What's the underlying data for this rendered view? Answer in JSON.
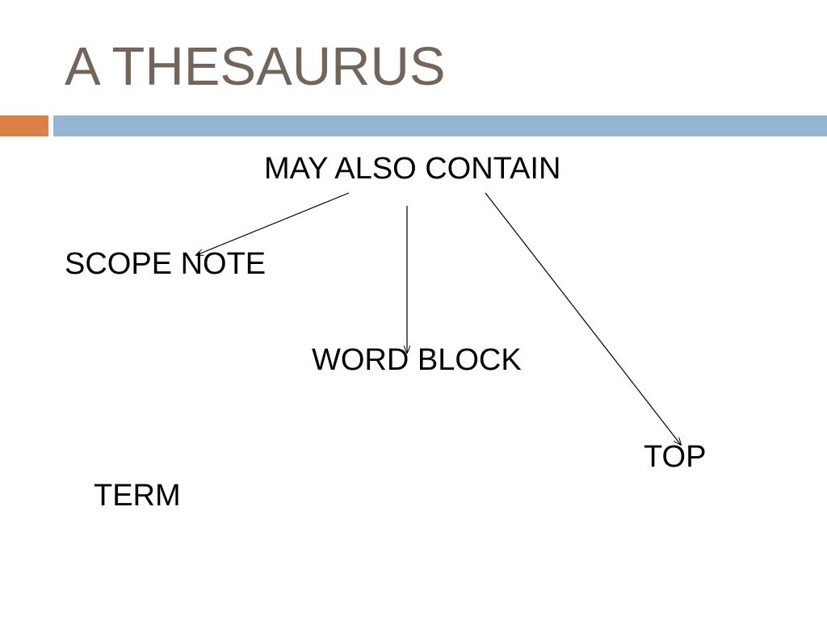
{
  "slide": {
    "title": "A THESAURUS",
    "heading": "MAY ALSO CONTAIN",
    "items": [
      "SCOPE NOTE",
      "WORD BLOCK",
      "TOP",
      "TERM"
    ]
  },
  "colors": {
    "title": "#74655a",
    "accent_orange": "#dd8047",
    "accent_blue": "#94b6d2"
  }
}
